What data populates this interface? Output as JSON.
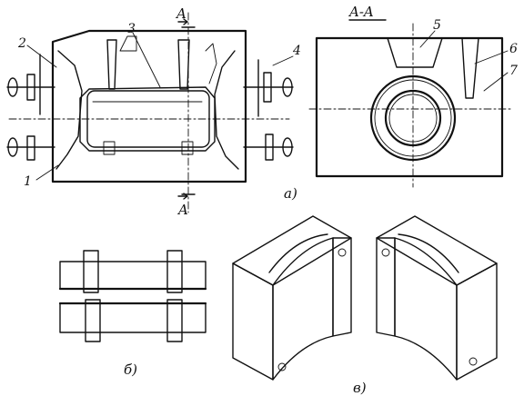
{
  "labels": {
    "section_top": "A",
    "section_bottom": "A",
    "section_title": "A-A",
    "part_1": "1",
    "part_2": "2",
    "part_3": "3",
    "part_4": "4",
    "part_5": "5",
    "part_6": "6",
    "part_7": "7",
    "fig_a": "а)",
    "fig_b": "б)",
    "fig_v": "в)"
  }
}
